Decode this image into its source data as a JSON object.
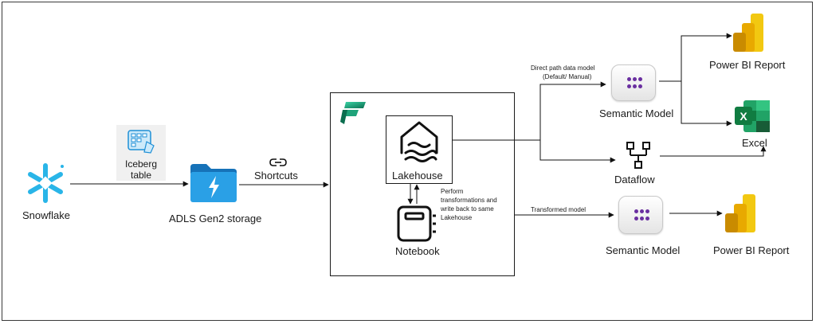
{
  "nodes": {
    "snowflake": "Snowflake",
    "iceberg": "Iceberg table",
    "adls": "ADLS Gen2 storage",
    "shortcuts": "Shortcuts",
    "lakehouse": "Lakehouse",
    "notebook": "Notebook",
    "semantic_model_top": "Semantic Model",
    "semantic_model_bottom": "Semantic Model",
    "dataflow": "Dataflow",
    "powerbi_top": "Power BI Report",
    "powerbi_bottom": "Power BI Report",
    "excel": "Excel"
  },
  "annotations": {
    "direct_path_line1": "Direct path data model",
    "direct_path_line2": "(Default/ Manual)",
    "transform_line1": "Perform",
    "transform_line2": "transformations and",
    "transform_line3": "write back to same",
    "transform_line4": "Lakehouse",
    "transformed_model": "Transformed model"
  },
  "colors": {
    "snowflake_blue": "#29b5e8",
    "adls_blue": "#1e8fd6",
    "semantic_purple": "#6a2fa0",
    "powerbi_yellow": "#f2c811",
    "excel_green": "#107c41"
  },
  "icons": [
    "snowflake-icon",
    "iceberg-table-icon",
    "folder-lightning-icon",
    "link-icon",
    "fabric-logo-icon",
    "lakehouse-icon",
    "notebook-icon",
    "semantic-model-icon",
    "dataflow-icon",
    "powerbi-icon",
    "excel-icon"
  ]
}
